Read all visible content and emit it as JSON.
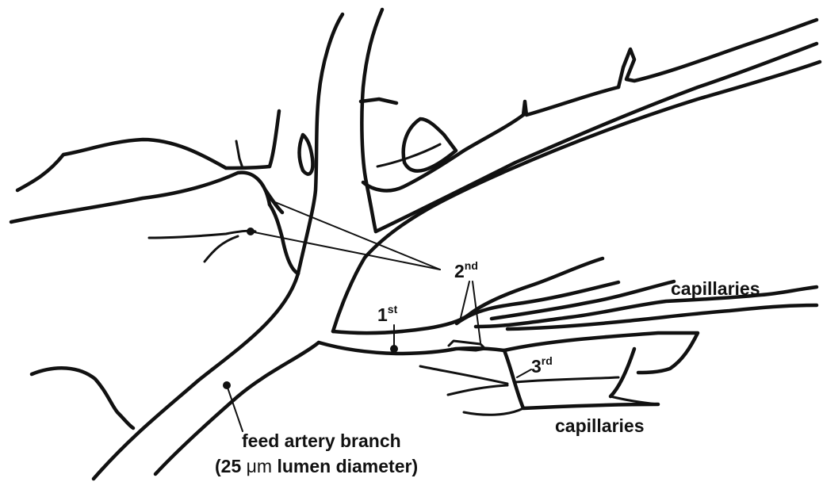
{
  "labels": {
    "second_order": {
      "base": "2",
      "sup": "nd"
    },
    "first_order": {
      "base": "1",
      "sup": "st"
    },
    "third_order": {
      "base": "3",
      "sup": "rd"
    },
    "capillaries_right": "capillaries",
    "capillaries_bottom": "capillaries",
    "feed_artery_line1": "feed artery branch",
    "feed_artery_line2_prefix": "(25 ",
    "feed_artery_line2_unit": "μm",
    "feed_artery_line2_suffix": " lumen diameter)"
  },
  "colors": {
    "ink": "#111111",
    "background": "#ffffff"
  }
}
